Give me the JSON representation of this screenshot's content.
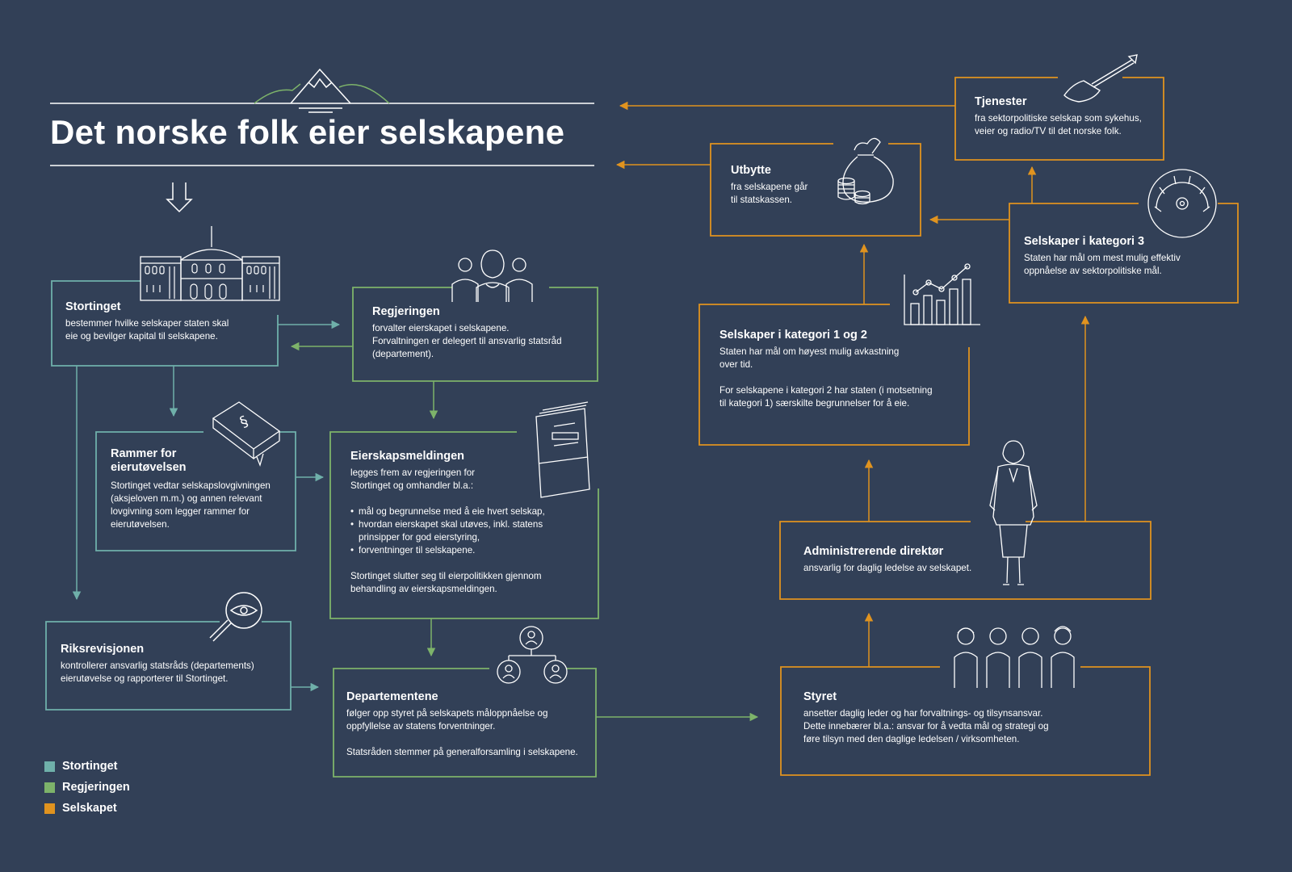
{
  "title": "Det norske folk eier selskapene",
  "colors": {
    "background": "#324057",
    "stortinget": "#6fb0aa",
    "regjeringen": "#7db36a",
    "selskapet": "#e0931f",
    "text": "#ffffff"
  },
  "boxes": {
    "stortinget": {
      "title": "Stortinget",
      "body": [
        "bestemmer hvilke selskaper staten skal",
        "eie og bevilger kapital til selskapene."
      ]
    },
    "regjeringen": {
      "title": "Regjeringen",
      "body": [
        "forvalter eierskapet i selskapene.",
        "Forvaltningen er delegert til ansvarlig statsråd",
        "(departement)."
      ]
    },
    "rammer": {
      "title": [
        "Rammer for",
        "eierutøvelsen"
      ],
      "body": [
        "Stortinget vedtar selskapslovgivningen",
        "(aksjeloven m.m.) og annen relevant",
        "lovgivning som legger rammer for",
        "eierutøvelsen."
      ]
    },
    "eierskapsmeldingen": {
      "title": "Eierskapsmeldingen",
      "intro": [
        "legges frem av regjeringen for",
        "Stortinget og omhandler bl.a.:"
      ],
      "bullets": [
        [
          "mål og begrunnelse med å eie hvert selskap,"
        ],
        [
          "hvordan eierskapet skal utøves, inkl. statens",
          "prinsipper for god eierstyring,"
        ],
        [
          "forventninger til selskapene."
        ]
      ],
      "outro": [
        "Stortinget slutter seg til eierpolitikken gjennom",
        "behandling av eierskapsmeldingen."
      ]
    },
    "riksrevisjonen": {
      "title": "Riksrevisjonen",
      "body": [
        "kontrollerer ansvarlig statsråds (departements)",
        "eierutøvelse og rapporterer til Stortinget."
      ]
    },
    "departementene": {
      "title": "Departementene",
      "body": [
        "følger opp styret på selskapets måloppnåelse og",
        "oppfyllelse av statens forventninger."
      ],
      "note": "Statsråden stemmer på generalforsamling i selskapene."
    },
    "styret": {
      "title": "Styret",
      "body": [
        "ansetter daglig leder og har forvaltnings- og tilsynsansvar.",
        "Dette innebærer bl.a.: ansvar for å vedta mål og strategi og",
        "føre tilsyn med den daglige ledelsen / virksomheten."
      ]
    },
    "direktor": {
      "title": "Administrerende direktør",
      "body": [
        "ansvarlig for daglig ledelse av selskapet."
      ]
    },
    "kategori12": {
      "title": "Selskaper i kategori 1 og 2",
      "body": [
        "Staten har mål om høyest mulig avkastning",
        "over tid."
      ],
      "body2": [
        "For selskapene i kategori 2 har staten (i motsetning",
        "til kategori 1) særskilte begrunnelser for å eie."
      ]
    },
    "kategori3": {
      "title": "Selskaper i kategori 3",
      "body": [
        "Staten har mål om mest mulig effektiv",
        "oppnåelse av sektorpolitiske mål."
      ]
    },
    "utbytte": {
      "title": "Utbytte",
      "body": [
        "fra selskapene går",
        "til statskassen."
      ]
    },
    "tjenester": {
      "title": "Tjenester",
      "body": [
        "fra sektorpolitiske selskap som sykehus,",
        "veier og radio/TV til det norske folk."
      ]
    }
  },
  "legend": [
    {
      "label": "Stortinget",
      "color": "#6fb0aa"
    },
    {
      "label": "Regjeringen",
      "color": "#7db36a"
    },
    {
      "label": "Selskapet",
      "color": "#e0931f"
    }
  ],
  "icons": [
    "mountain-icon",
    "parliament-building-icon",
    "government-people-icon",
    "law-book-icon",
    "report-document-icon",
    "magnifier-eye-icon",
    "org-chart-icon",
    "board-members-icon",
    "businesswoman-icon",
    "bar-chart-icon",
    "gauge-icon",
    "money-bag-icon",
    "shovel-icon",
    "down-arrow-icon"
  ]
}
